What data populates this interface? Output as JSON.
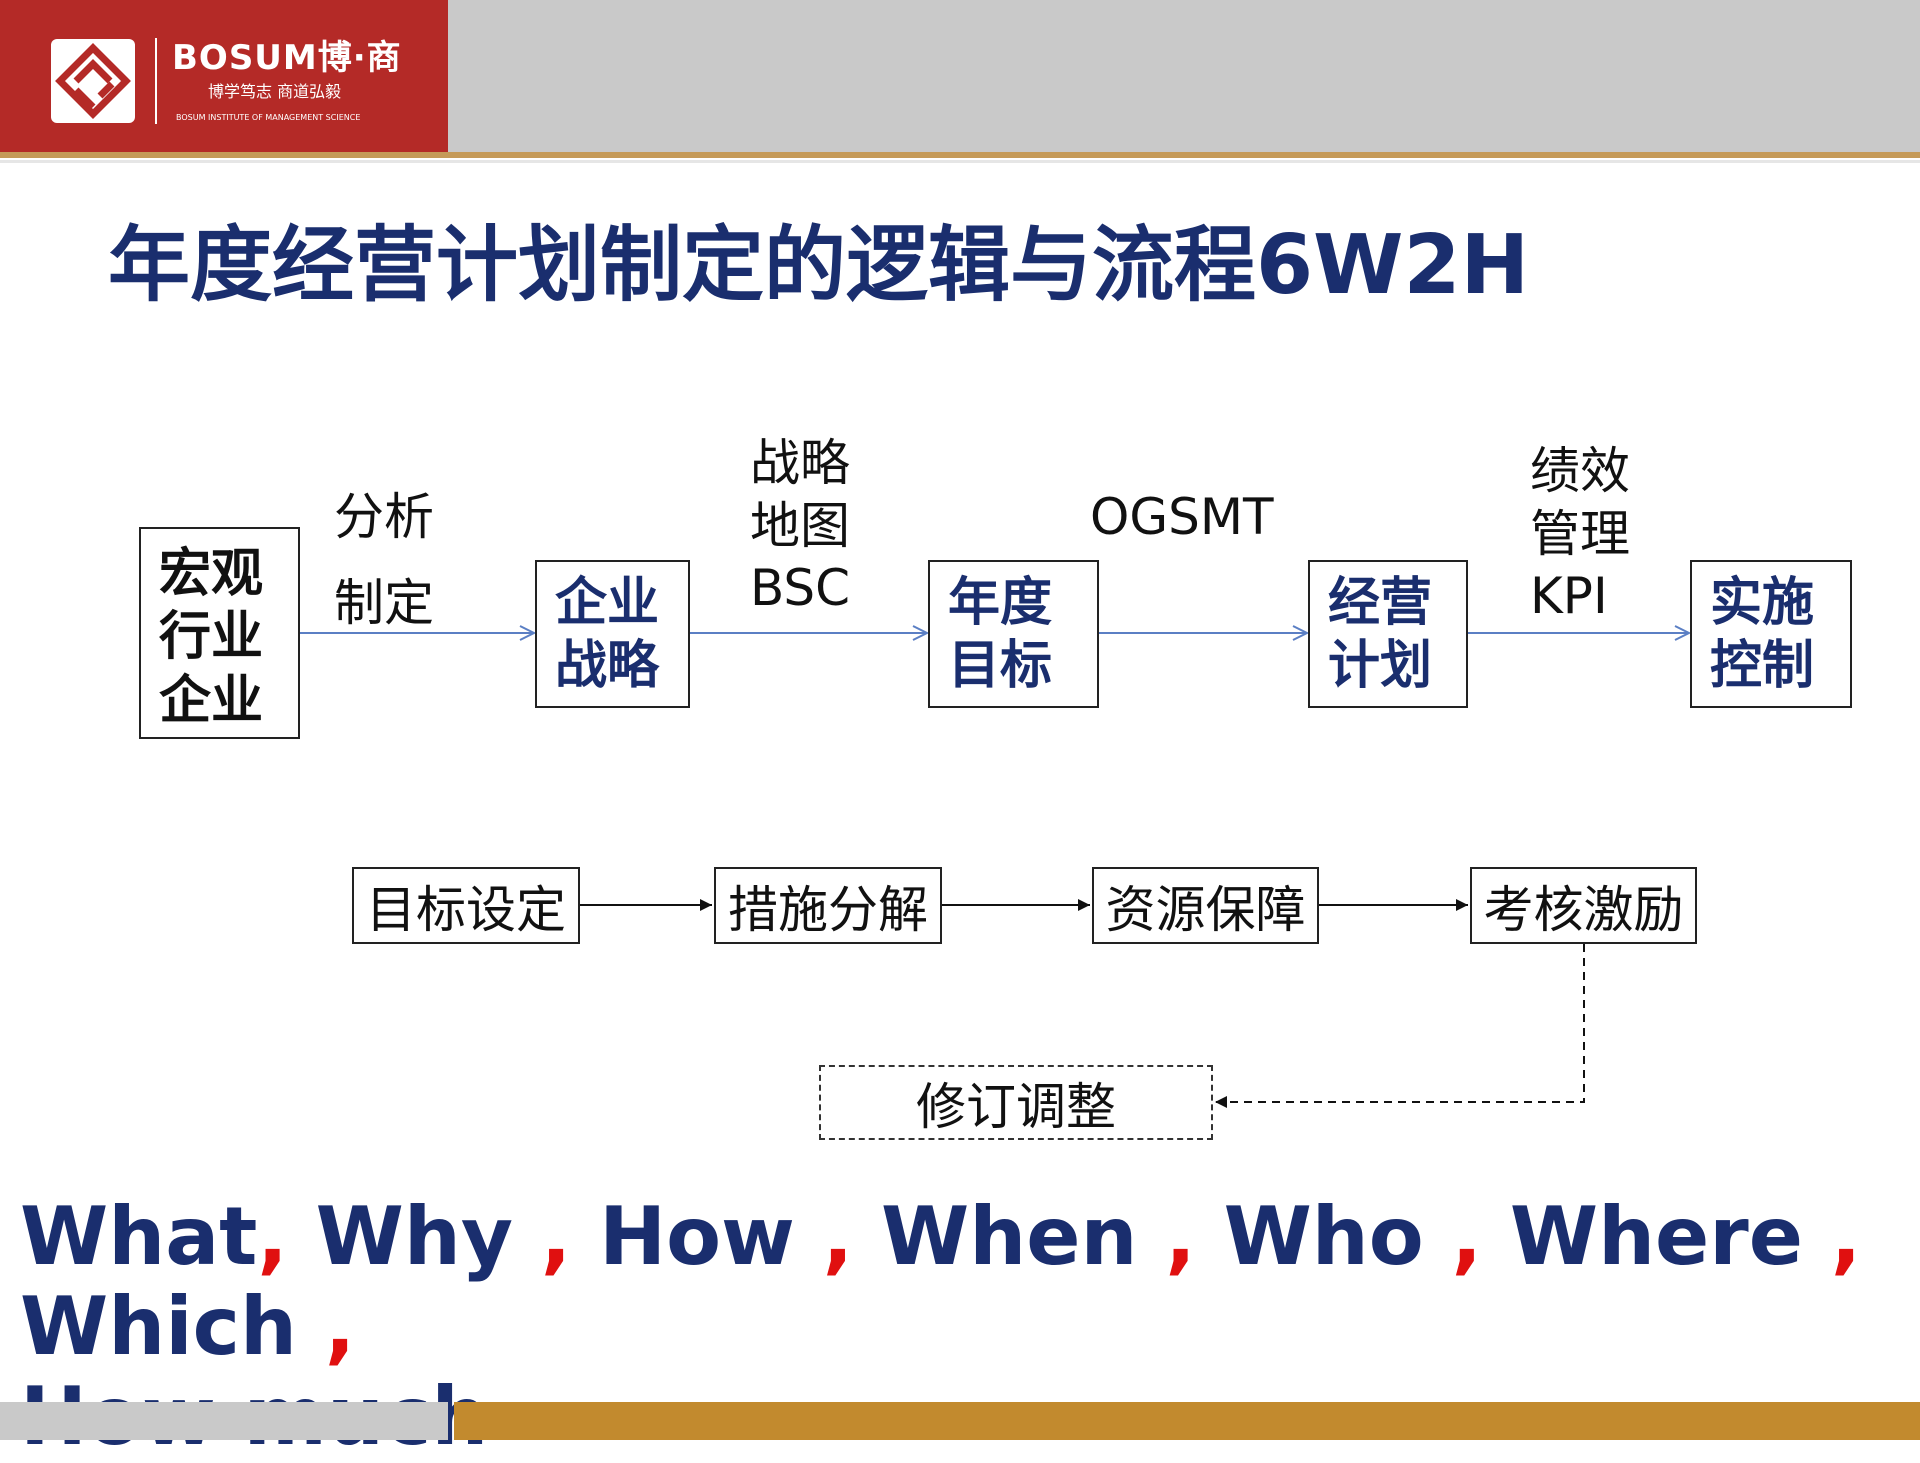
{
  "header": {
    "brand_name": "BOSUM博·商",
    "motto": "博学笃志   商道弘毅",
    "brand_en": "BOSUM INSTITUTE OF MANAGEMENT SCIENCE",
    "colors": {
      "logo_bg": "#b42a27",
      "bar": "#c9c9c9",
      "gold_line": "#c59a58"
    }
  },
  "title": "年度经营计划制定的逻辑与流程6W2H",
  "flow1": {
    "box1": "宏观\n行业\n企业",
    "box2": "企业\n战略",
    "box3": "年度\n目标",
    "box4": "经营\n计划",
    "box5": "实施\n控制",
    "label1": "分析\n制定",
    "label2": "战略\n地图\nBSC",
    "label3": "OGSMT",
    "label4": "绩效\n管理\nKPI",
    "colors": {
      "box_text_accent": "#1a2e6e",
      "arrow": "#5b7fc4"
    }
  },
  "flow2": {
    "step1": "目标设定",
    "step2": "措施分解",
    "step3": "资源保障",
    "step4": "考核激励",
    "feedback": "修订调整"
  },
  "sixw2h": {
    "words": [
      "What",
      "Why ",
      "How ",
      "When ",
      "Who ",
      "Where ",
      "Which "
    ],
    "separator": ", ",
    "last_word": "How much",
    "colors": {
      "text": "#1a2e6e",
      "separator": "#e01010"
    }
  },
  "footer": {
    "colors": {
      "left": "#c9c9c9",
      "right": "#c28a2e"
    }
  }
}
